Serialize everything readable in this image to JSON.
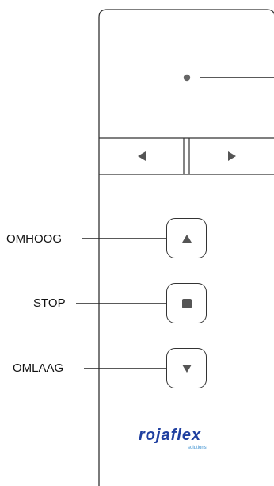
{
  "labels": {
    "up": "OMHOOG",
    "stop": "STOP",
    "down": "OMLAAG"
  },
  "buttons": {
    "channel_left_icon": "triangle-left",
    "channel_right_icon": "triangle-right",
    "up_icon": "triangle-up",
    "stop_icon": "square",
    "down_icon": "triangle-down"
  },
  "indicator": {
    "icon": "led-dot"
  },
  "logo": {
    "brand": "rojaflex",
    "tagline": "solutions"
  },
  "colors": {
    "outline": "#333333",
    "glyph": "#555555",
    "led": "#666666",
    "brand": "#2040a0",
    "brand_accent": "#3a8fd0"
  }
}
